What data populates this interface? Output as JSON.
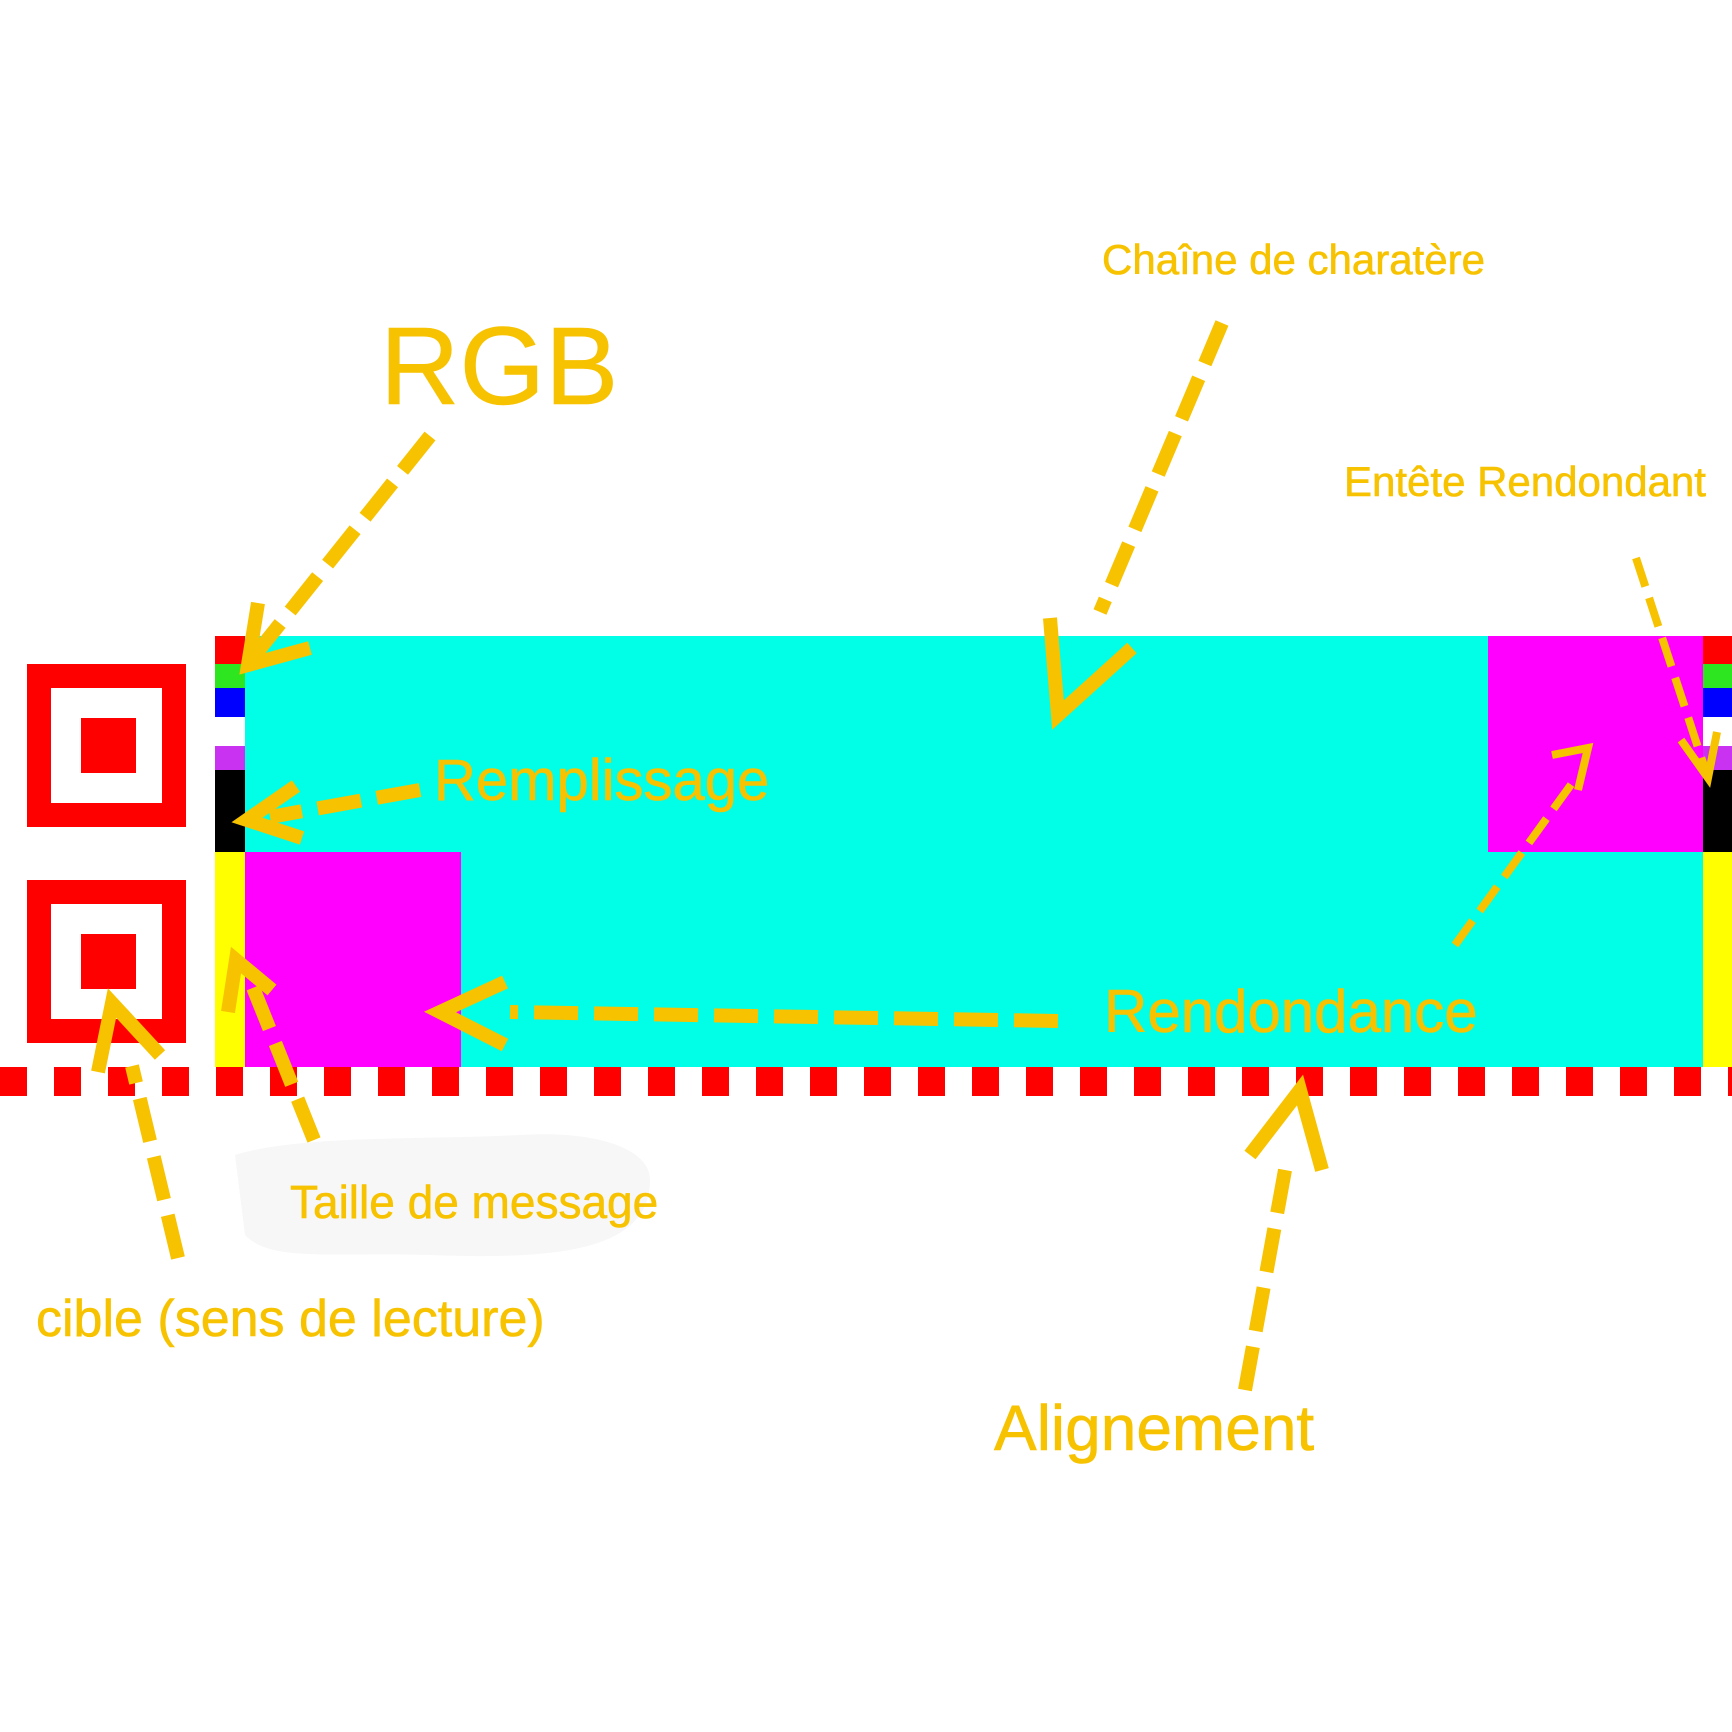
{
  "diagram": {
    "labels": {
      "rgb": "RGB",
      "string": "Chaîne de charatère",
      "redundant_header": "Entête Rendondant",
      "padding": "Remplissage",
      "redundancy": "Rendondance",
      "message_size": "Taille de message",
      "target": "cible (sens de lecture)",
      "alignment": "Alignement"
    },
    "colors": {
      "annotation": "#F7C200",
      "payload": "#00FFE6",
      "redundancy_block": "#FF00FF",
      "marker_red": "#FF0000",
      "header_red": "#FF0000",
      "header_green": "#2EE620",
      "header_blue": "#0000FF",
      "header_white": "#FFFFFF",
      "header_violet": "#C832F0",
      "header_black": "#000000",
      "header_yellow": "#FFFF00"
    }
  }
}
